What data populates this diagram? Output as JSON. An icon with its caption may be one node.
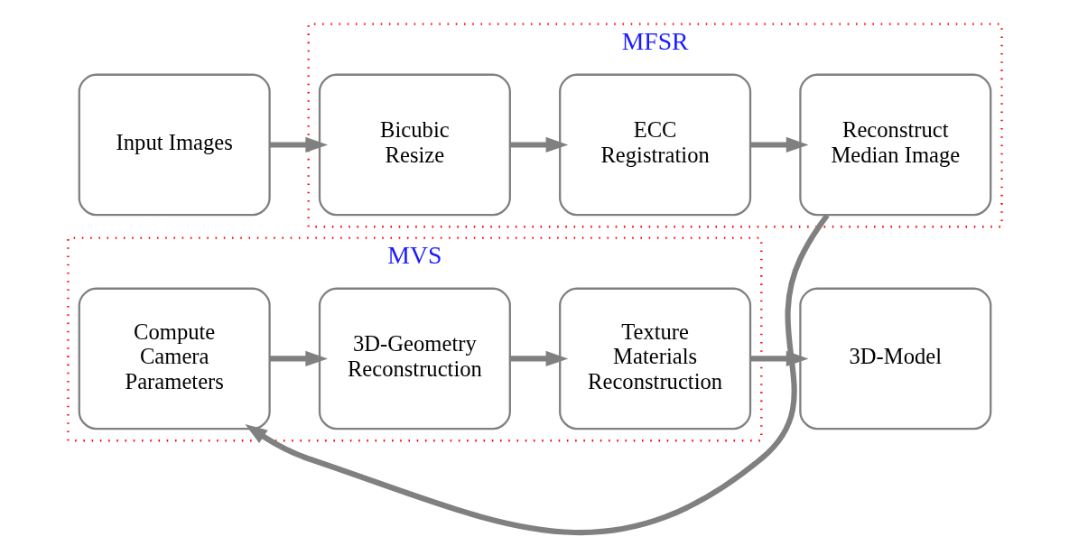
{
  "diagram": {
    "nodes": [
      {
        "text": [
          "Input Images"
        ]
      },
      {
        "text": [
          "MFSR"
        ]
      },
      {
        "text": [
          "Bicubic Resize"
        ],
        "in": 1
      },
      {
        "text": [
          "ECC Registration"
        ],
        "in": 1
      },
      {
        "text": [
          "Reconstruct Median Image"
        ],
        "in": 1
      },
      {
        "text": [
          "MVS"
        ]
      },
      {
        "text": [
          "Compute Camera Parameters"
        ],
        "in": 5
      },
      {
        "text": [
          "3D-Geometry Reconstruction"
        ],
        "in": 5
      },
      {
        "text": [
          "Texture Materials Reconstruction"
        ],
        "in": 5
      },
      {
        "text": [
          "3D-Model"
        ]
      }
    ],
    "edges": [
      {
        "from": 0,
        "to": 2,
        "arrow": "to"
      },
      {
        "from": 2,
        "to": 3,
        "arrow": "to"
      },
      {
        "from": 3,
        "to": 4,
        "arrow": "to"
      },
      {
        "from": 4,
        "to": 6,
        "arrow": "to"
      },
      {
        "from": 6,
        "to": 7,
        "arrow": "to"
      },
      {
        "from": 7,
        "to": 8,
        "arrow": "to"
      },
      {
        "from": 8,
        "to": 9,
        "arrow": "to"
      }
    ]
  }
}
